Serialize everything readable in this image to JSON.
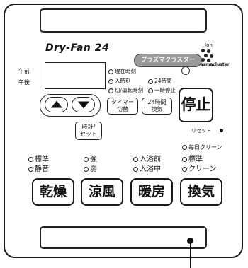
{
  "brand": {
    "model": "Dry-Fan 24",
    "plasma_label": "プラズマクラスター",
    "ion_label": "Ion",
    "plasmacluster_label": "Plasmacluster"
  },
  "timer_panel": {
    "am_label": "午前",
    "pm_label": "午後",
    "indicators": [
      "現在時刻",
      "入時刻",
      "切/運転時刻",
      "24時間",
      "一時停止"
    ]
  },
  "buttons": {
    "up_label": "▲",
    "down_label": "▼",
    "timer_off_line1": "タイマー",
    "timer_off_line2": "切替",
    "vent24_line1": "24時間",
    "vent24_line2": "換気",
    "clock_set_line1": "時計/",
    "clock_set_line2": "セット",
    "stop_label": "停止",
    "reset_label": "リセット"
  },
  "modes": [
    {
      "label": "乾燥",
      "options": [
        "標準",
        "静音"
      ]
    },
    {
      "label": "涼風",
      "options": [
        "強",
        "弱"
      ]
    },
    {
      "label": "暖房",
      "options": [
        "入浴前",
        "入浴中"
      ]
    },
    {
      "label": "換気",
      "options": [
        "毎日クリーン",
        "標準",
        "クリーン"
      ]
    }
  ],
  "colors": {
    "plasma_bg": "#9a9a9a",
    "frame": "#1a1a1a"
  }
}
